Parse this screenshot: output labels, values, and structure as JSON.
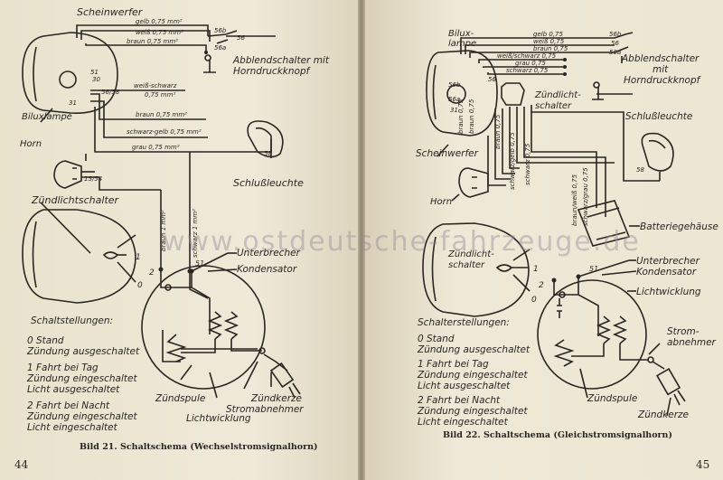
{
  "left": {
    "labels": {
      "scheinwerfer": "Scheinwerfer",
      "biluxlampe": "Biluxlampe",
      "horn": "Horn",
      "zuendlichtschalter": "Zündlichtschalter",
      "abblendschalter": "Abblendschalter mit",
      "horndruckknopf": "Horndruckknopf",
      "schlussleuchte": "Schlußleuchte",
      "unterbrecher": "Unterbrecher",
      "kondensator": "Kondensator",
      "zuendspule": "Zündspule",
      "lichtwicklung": "Lichtwicklung",
      "zuendkerze": "Zündkerze",
      "stromabnehmer": "Stromabnehmer"
    },
    "wires": {
      "w1": "gelb 0,75 mm²",
      "w2": "weiß 0,75 mm²",
      "w3": "braun 0,75 mm²",
      "w4": "weiß-schwarz",
      "w4b": "0,75 mm²",
      "w5": "braun 0,75 mm²",
      "w6": "schwarz-gelb 0,75 mm²",
      "w7": "grau 0,75 mm²",
      "w8": "braun 1 mm²",
      "w9": "schwarz 1 mm²"
    },
    "terminals": {
      "t56b": "56b",
      "t56": "56",
      "t56a": "56a",
      "t31": "31",
      "t51": "51",
      "t30": "30",
      "t56_58": "56/58",
      "t58": "58",
      "t15_54": "15/54",
      "p0": "0",
      "p1": "1",
      "p2": "2",
      "p51": "51"
    },
    "stellungen_title": "Schaltstellungen:",
    "stellungen": [
      {
        "line1": "0 Stand",
        "line2": "Zündung ausgeschaltet",
        "line3": ""
      },
      {
        "line1": "1 Fahrt bei Tag",
        "line2": "Zündung eingeschaltet",
        "line3": "Licht ausgeschaltet"
      },
      {
        "line1": "2 Fahrt bei Nacht",
        "line2": "Zündung eingeschaltet",
        "line3": "Licht eingeschaltet"
      }
    ],
    "caption": "Bild 21. Schaltschema (Wechselstromsignalhorn)",
    "page_number": "44"
  },
  "right": {
    "labels": {
      "biluxlampe": "Bilux-",
      "biluxlampe2": "lampe",
      "scheinwerfer": "Scheinwerfer",
      "horn": "Horn",
      "zuendlichtschalter_top": "Zündlicht-",
      "zuendlichtschalter_top2": "schalter",
      "abblendschalter": "Abblendschalter",
      "mit": "mit",
      "horndruckknopf": "Horndruckknopf",
      "schlussleuchte": "Schlußleuchte",
      "batterie": "Batteriegehäuse",
      "zuendlicht_mid": "Zündlicht-",
      "zuendlicht_mid2": "schalter",
      "unterbrecher": "Unterbrecher",
      "kondensator": "Kondensator",
      "lichtwicklung": "Lichtwicklung",
      "strom": "Strom-",
      "abnehmer": "abnehmer",
      "zuendspule": "Zündspule",
      "zuendkerze": "Zündkerze"
    },
    "wires": {
      "w1": "gelb 0,75",
      "w2": "weiß 0,75",
      "w3": "braun 0,75",
      "w4": "weiß/schwarz 0,75",
      "w5": "grau 0,75",
      "w6": "schwarz 0,75",
      "v1": "braun 0,75",
      "v2": "braun 0,75",
      "v3": "braun 0,75",
      "v4": "schwarz/gelb 0,75",
      "v5": "schwarz 0,75",
      "v6": "braun/weiß 0,75",
      "v7": "schwarz/grau 0,75"
    },
    "terminals": {
      "t56b": "56b",
      "t56": "56",
      "t56a": "56a",
      "t56b2": "56b",
      "t56a2": "56a",
      "t31": "31",
      "t56_58": "56",
      "t58": "58",
      "p0": "0",
      "p1": "1",
      "p2": "2",
      "p51": "51"
    },
    "stellungen_title": "Schalterstellungen:",
    "stellungen": [
      {
        "line1": "0 Stand",
        "line2": "Zündung ausgeschaltet",
        "line3": ""
      },
      {
        "line1": "1 Fahrt bei Tag",
        "line2": "Zündung eingeschaltet",
        "line3": "Licht ausgeschaltet"
      },
      {
        "line1": "2 Fahrt bei Nacht",
        "line2": "Zündung eingeschaltet",
        "line3": "Licht eingeschaltet"
      }
    ],
    "caption": "Bild 22. Schaltschema (Gleichstromsignalhorn)",
    "page_number": "45"
  },
  "watermark": "www.ostdeutsche-fahrzeuge.de"
}
